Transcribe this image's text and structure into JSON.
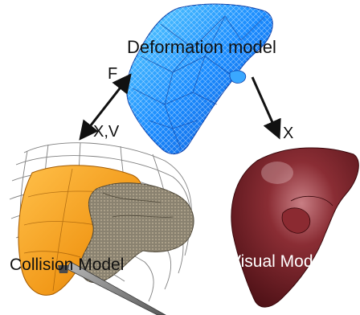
{
  "labels": {
    "deformation": "Deformation model",
    "collision": "Collision Model",
    "visual": "Visual Model",
    "arrow_force": "F",
    "arrow_state": "X,V",
    "arrow_position": "X"
  },
  "colors": {
    "deformation_mesh": "#1f8fff",
    "collision_liver": "#f29a1a",
    "collision_ribcage": "#6b6b6b",
    "collision_intestine": "#8a8270",
    "visual_liver": "#6e1f24",
    "arrow": "#111111",
    "tool": "#8a8a8a"
  }
}
